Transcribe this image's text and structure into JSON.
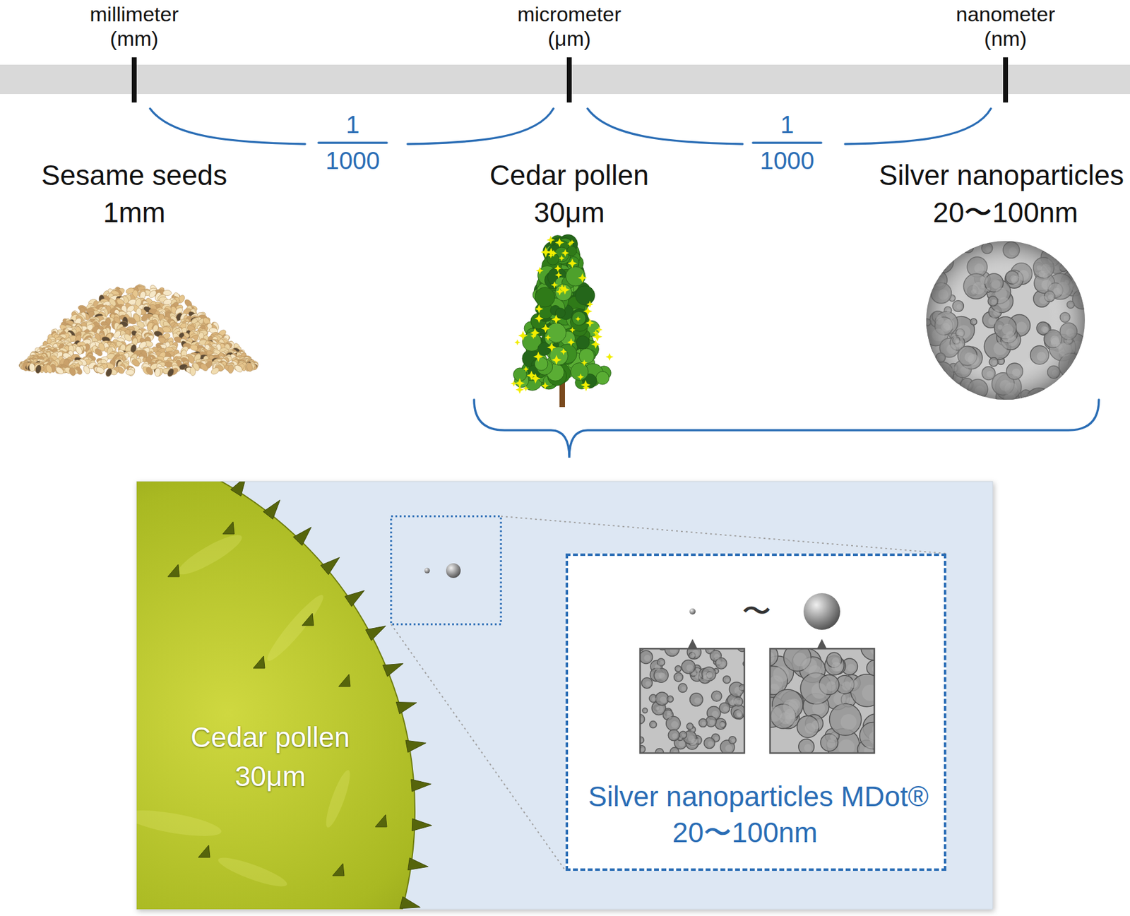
{
  "diagram": {
    "nodes": [
      {
        "text": [
          "Cedar pollen",
          "30μm"
        ]
      },
      {
        "text": [
          "〜",
          "Silver nanoparticles MDot®",
          "20〜100nm"
        ]
      }
    ],
    "labels": [
      "millimeter",
      "(mm)",
      "micrometer",
      "(μm)",
      "nanometer",
      "(nm)",
      "1",
      "1000",
      "1",
      "1000",
      "Sesame seeds",
      "1mm",
      "Cedar pollen",
      "30μm",
      "Silver nanoparticles",
      "20〜100nm"
    ]
  }
}
